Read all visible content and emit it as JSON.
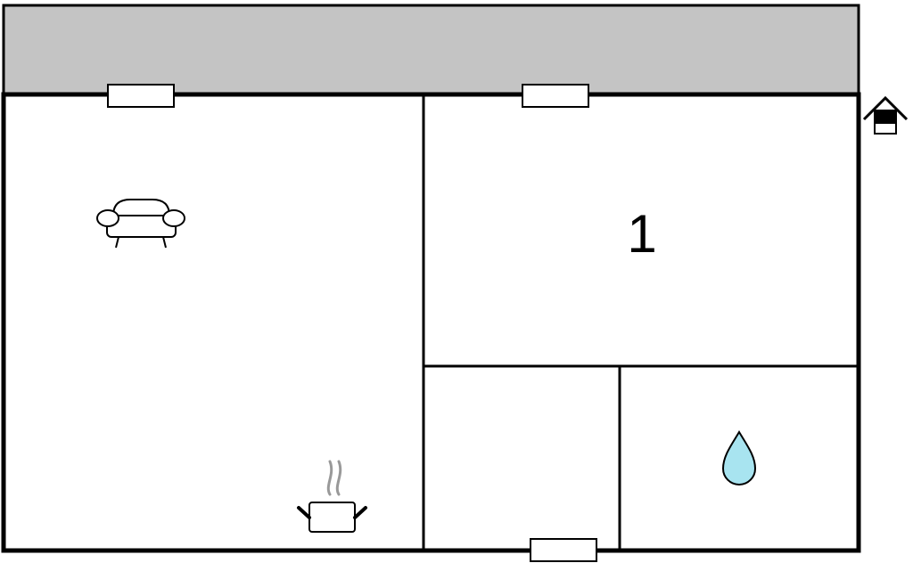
{
  "floor_plan": {
    "colors": {
      "terrace": "#c4c4c4",
      "wall": "#000000",
      "room_fill": "#ffffff",
      "water_drop": "#a8e4f0",
      "steam": "#999999"
    },
    "rooms": [
      {
        "id": "living-kitchen",
        "icons": [
          "sofa-icon",
          "cooking-pot-icon"
        ]
      },
      {
        "id": "bedroom",
        "label": "1"
      },
      {
        "id": "hallway"
      },
      {
        "id": "bathroom",
        "icons": [
          "water-drop-icon"
        ]
      }
    ],
    "exterior": {
      "terrace": true,
      "entrance_icon": "house-entrance-icon"
    },
    "windows": 3
  }
}
